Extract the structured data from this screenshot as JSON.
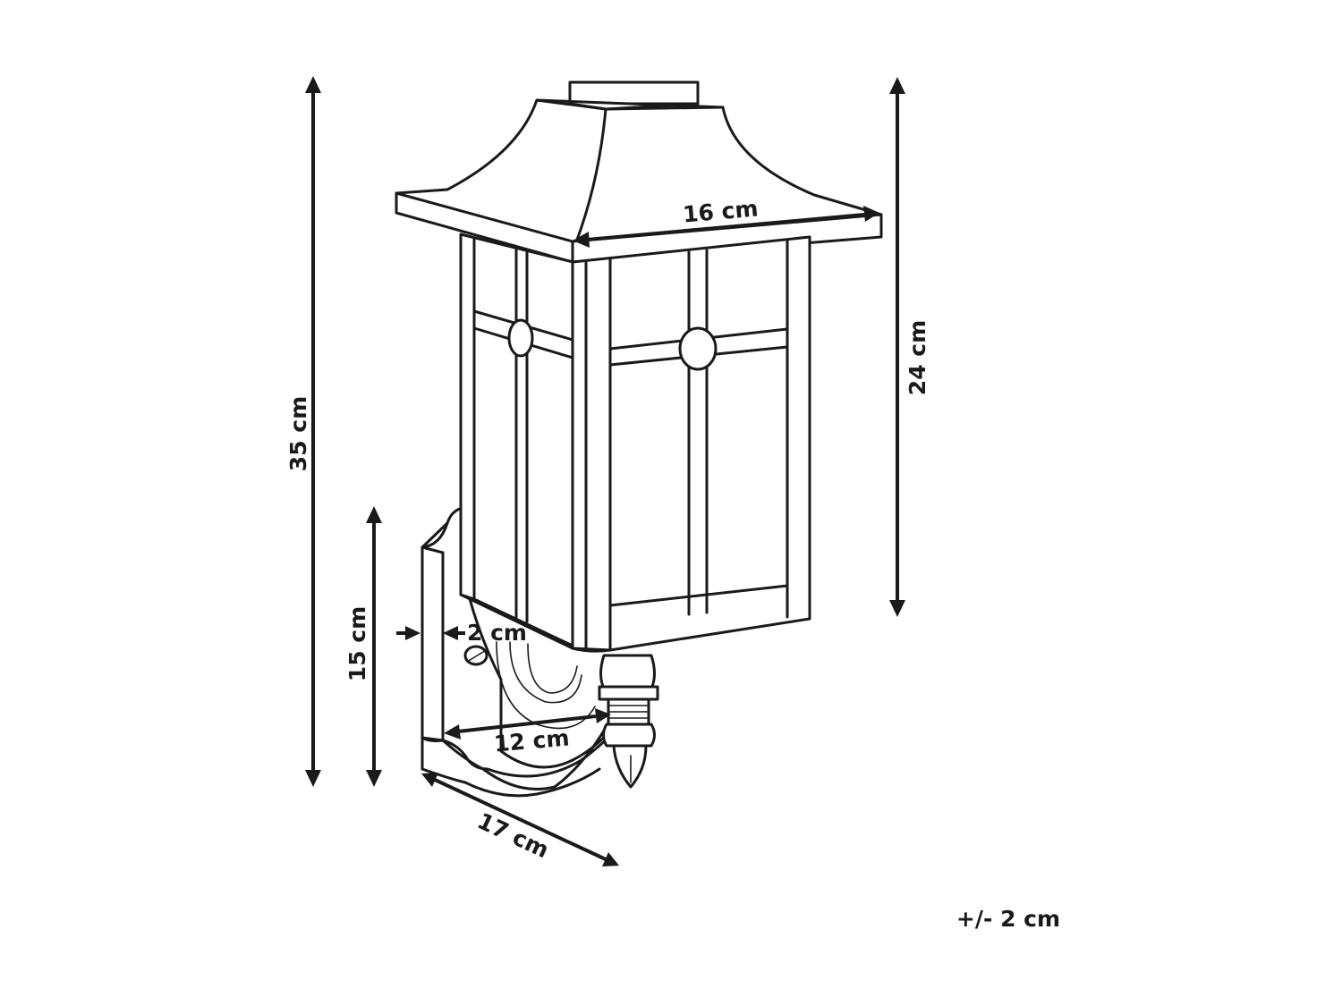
{
  "dimensions": {
    "total_height": "35 cm",
    "lantern_height": "24 cm",
    "lantern_width": "16 cm",
    "backplate_height": "15 cm",
    "backplate_depth": "2 cm",
    "arm_length": "12 cm",
    "overall_depth": "17 cm"
  },
  "tolerance": "+/- 2 cm"
}
